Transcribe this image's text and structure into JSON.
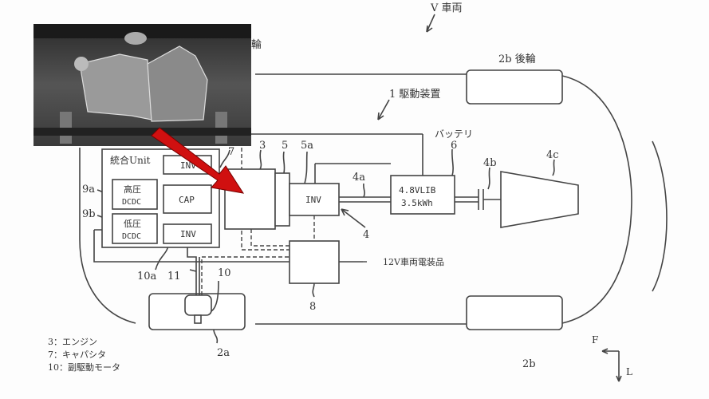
{
  "labels": {
    "vehicle": "V 車両",
    "rear_wheel_top": "2b 後輪",
    "front_wheel_partial": "輪",
    "drive_device": "1 駆動装置",
    "battery_label": "バッテリ",
    "battery_ref": "6",
    "coupling_ref": "4b",
    "rear_diff_ref": "4c",
    "shaft_ref": "4a",
    "shaft_arrow_ref": "4",
    "engine_ref": "3",
    "plate_ref": "5",
    "inv_ref": "5a",
    "cap_ref": "7",
    "hv_dcdc_ref": "9a",
    "lv_dcdc_ref": "9b",
    "sub_inv_ref": "10a",
    "cable_ref": "11",
    "motor_ref": "10",
    "box8_ref": "8",
    "front_wheel_ref": "2a",
    "rear_wheel_bottom": "2b",
    "electrical": "12V車両電装品",
    "dir_f": "F",
    "dir_l": "L"
  },
  "unit": {
    "title": "統合Unit",
    "inv_top": "INV",
    "hv_dcdc_1": "高圧",
    "hv_dcdc_2": "DCDC",
    "cap": "CAP",
    "lv_dcdc_1": "低圧",
    "lv_dcdc_2": "DCDC",
    "inv_bottom": "INV"
  },
  "main_inv": "INV",
  "battery": {
    "line1": "4.8VLIB",
    "line2": "3.5kWh"
  },
  "legend": [
    "3：エンジン",
    "7：キャパシタ",
    "10：副駆動モータ"
  ],
  "colors": {
    "arrow": "#d01010",
    "line": "#444444"
  }
}
